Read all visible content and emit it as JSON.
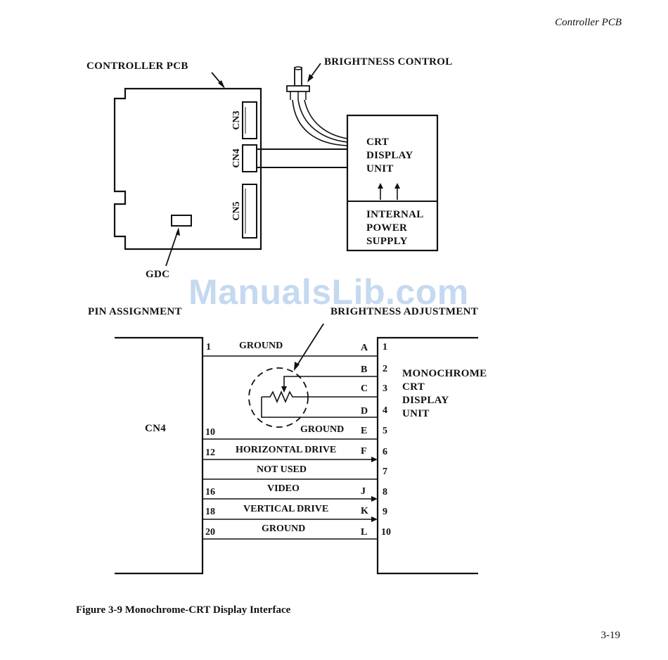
{
  "header": {
    "section_title": "Controller PCB"
  },
  "top_diagram": {
    "controller_pcb_label": "CONTROLLER PCB",
    "brightness_control_label": "BRIGHTNESS CONTROL",
    "connectors": [
      "CN3",
      "CN4",
      "CN5"
    ],
    "gdc_label": "GDC",
    "crt_unit_lines": [
      "CRT",
      "DISPLAY",
      "UNIT"
    ],
    "power_supply_lines": [
      "INTERNAL",
      "POWER",
      "SUPPLY"
    ]
  },
  "watermark": "ManualsLib.com",
  "bottom_diagram": {
    "pin_assignment_label": "PIN ASSIGNMENT",
    "brightness_adjustment_label": "BRIGHTNESS ADJUSTMENT",
    "left_connector": "CN4",
    "right_unit_lines": [
      "MONOCHROME",
      "CRT",
      "DISPLAY",
      "UNIT"
    ],
    "signals": [
      {
        "left_pin": "1",
        "name": "GROUND",
        "letter": "A",
        "right_pin": "1"
      },
      {
        "left_pin": "",
        "name": "",
        "letter": "B",
        "right_pin": "2"
      },
      {
        "left_pin": "",
        "name": "",
        "letter": "C",
        "right_pin": "3"
      },
      {
        "left_pin": "",
        "name": "",
        "letter": "D",
        "right_pin": "4"
      },
      {
        "left_pin": "10",
        "name": "GROUND",
        "letter": "E",
        "right_pin": "5"
      },
      {
        "left_pin": "12",
        "name": "HORIZONTAL DRIVE",
        "letter": "F",
        "right_pin": "6"
      },
      {
        "left_pin": "",
        "name": "NOT USED",
        "letter": "",
        "right_pin": "7"
      },
      {
        "left_pin": "16",
        "name": "VIDEO",
        "letter": "J",
        "right_pin": "8"
      },
      {
        "left_pin": "18",
        "name": "VERTICAL DRIVE",
        "letter": "K",
        "right_pin": "9"
      },
      {
        "left_pin": "20",
        "name": "GROUND",
        "letter": "L",
        "right_pin": "10"
      }
    ]
  },
  "caption": "Figure 3-9  Monochrome-CRT Display Interface",
  "page_number": "3-19"
}
